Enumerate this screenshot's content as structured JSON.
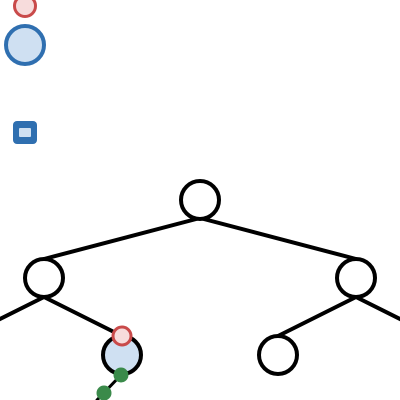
{
  "canvas": {
    "background": "#ffffff"
  },
  "palette": {
    "items": [
      {
        "name": "remove-node-tool",
        "icon": "red-ring-icon",
        "color": "#c94a4a"
      },
      {
        "name": "add-node-tool",
        "icon": "blue-circle-icon",
        "color": "#2f6fb0"
      },
      {
        "name": "window-tool",
        "icon": "window-square-icon",
        "color": "#2f6fb0"
      }
    ]
  },
  "tree": {
    "node_count": 5,
    "selected_node": "node-left-left",
    "colors": {
      "edge": "#000000",
      "node_fill": "#ffffff",
      "selected_fill": "#cfe0f2",
      "delete_handle": "#c94a4a",
      "drag_handle": "#3a8a4a"
    }
  }
}
